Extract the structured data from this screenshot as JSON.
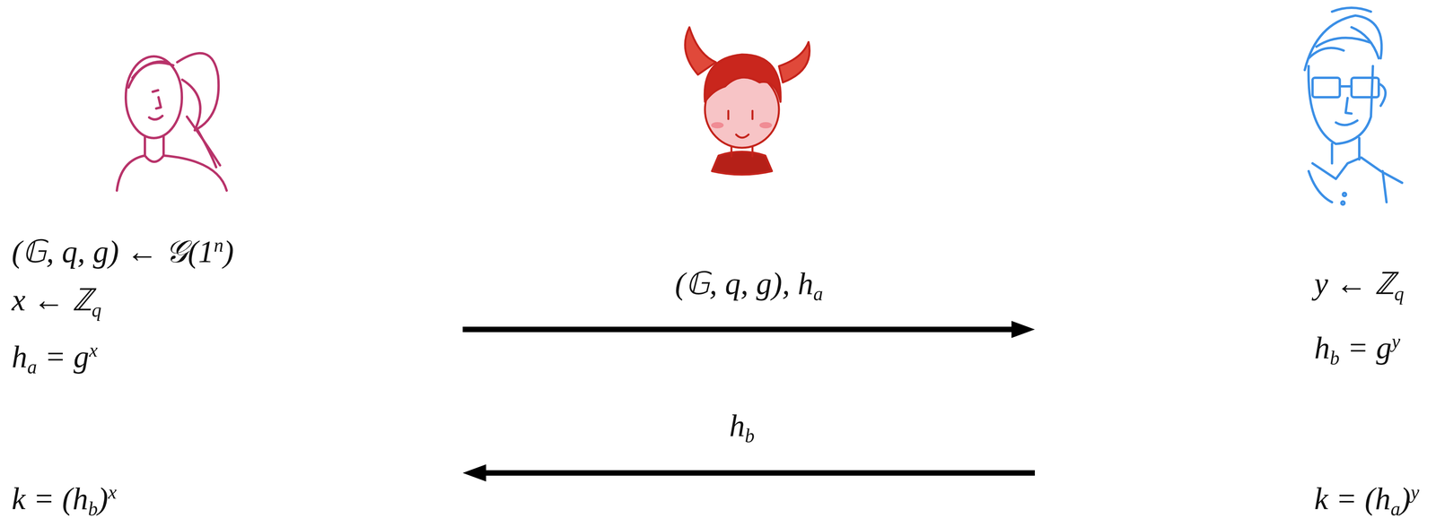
{
  "diagram": {
    "nodes": [
      {
        "text": [
          "(𝔾, q, g) ← 𝒢(1n)",
          "x ← ℤq",
          "ha = gx",
          "k = (hb)x"
        ]
      },
      {
        "text": [
          "y ← ℤq",
          "hb = gy",
          "k = (ha)y"
        ]
      }
    ],
    "edges": [
      {
        "from": 0,
        "to": 1,
        "label": "(𝔾, q, g), ha",
        "arrow": "to"
      },
      {
        "from": 1,
        "to": 0,
        "label": "hb",
        "arrow": "to"
      }
    ]
  }
}
